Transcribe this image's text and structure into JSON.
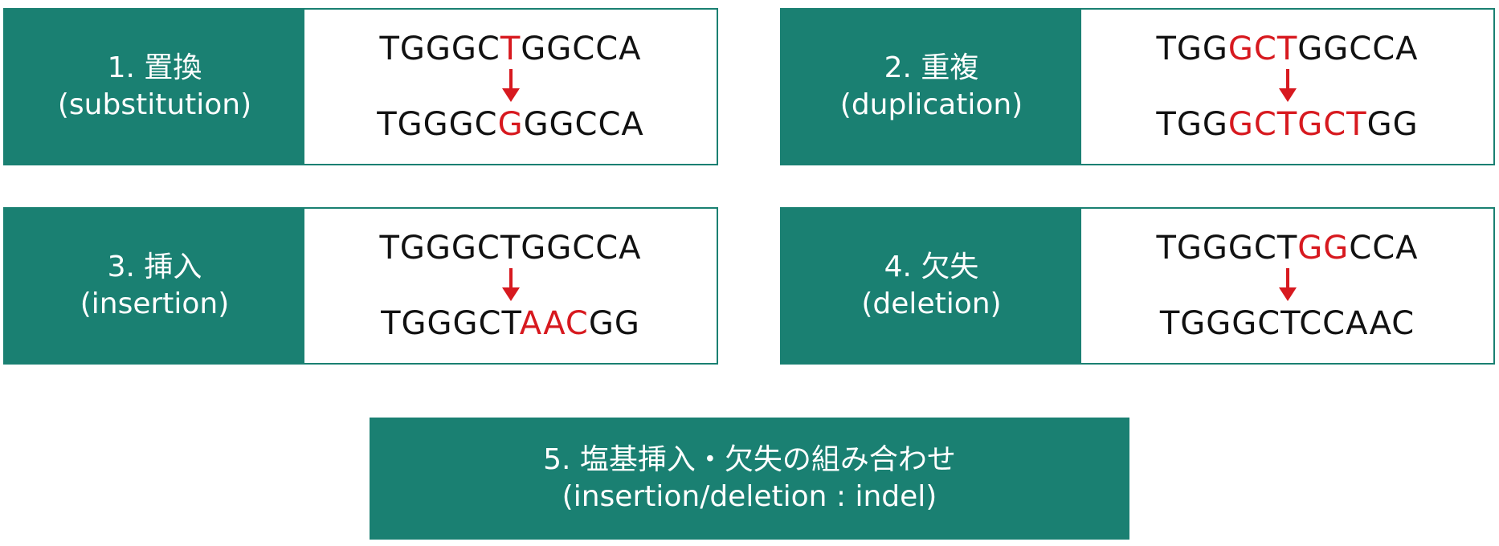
{
  "colors": {
    "teal": "#1a8072",
    "highlight_red": "#d7191f",
    "text_dark": "#111111"
  },
  "cards": [
    {
      "title": "1. 置換",
      "subtitle": "(substitution)",
      "before": [
        {
          "text": "TGGGC",
          "highlight": false
        },
        {
          "text": "T",
          "highlight": true
        },
        {
          "text": "GGCCA",
          "highlight": false
        }
      ],
      "after": [
        {
          "text": "TGGGC",
          "highlight": false
        },
        {
          "text": "G",
          "highlight": true
        },
        {
          "text": "GGCCA",
          "highlight": false
        }
      ]
    },
    {
      "title": "2. 重複",
      "subtitle": "(duplication)",
      "before": [
        {
          "text": "TGG",
          "highlight": false
        },
        {
          "text": "GCT",
          "highlight": true
        },
        {
          "text": "GGCCA",
          "highlight": false
        }
      ],
      "after": [
        {
          "text": "TGG",
          "highlight": false
        },
        {
          "text": "GCTGCT",
          "highlight": true
        },
        {
          "text": "GG",
          "highlight": false
        }
      ]
    },
    {
      "title": "3. 挿入",
      "subtitle": "(insertion)",
      "before": [
        {
          "text": "TGGGCTGGCCA",
          "highlight": false
        }
      ],
      "after": [
        {
          "text": "TGGGCT",
          "highlight": false
        },
        {
          "text": "AAC",
          "highlight": true
        },
        {
          "text": "GG",
          "highlight": false
        }
      ]
    },
    {
      "title": "4. 欠失",
      "subtitle": "(deletion)",
      "before": [
        {
          "text": "TGGGCT",
          "highlight": false
        },
        {
          "text": "GG",
          "highlight": true
        },
        {
          "text": "CCA",
          "highlight": false
        }
      ],
      "after": [
        {
          "text": "TGGGCTCCAAC",
          "highlight": false
        }
      ]
    }
  ],
  "combo": {
    "title": "5. 塩基挿入・欠失の組み合わせ",
    "subtitle": "(insertion/deletion : indel)"
  },
  "arrow_icon": "down-arrow-icon"
}
